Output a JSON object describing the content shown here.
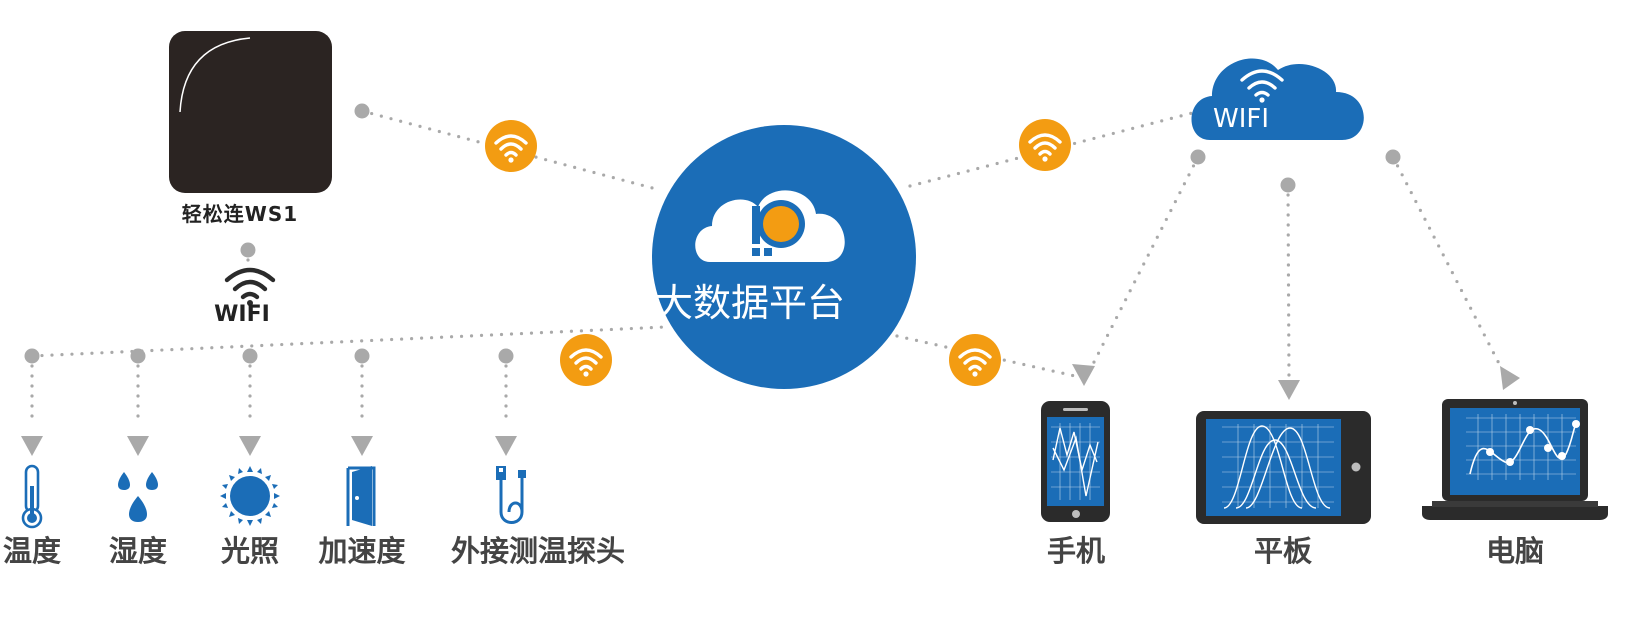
{
  "device": {
    "name": "轻松连WS1",
    "wifi": "WIFI"
  },
  "platform": {
    "label": "大数据平台"
  },
  "cloud": {
    "label": "WIFI"
  },
  "sensors": [
    {
      "label": "温度",
      "icon": "thermometer-icon"
    },
    {
      "label": "湿度",
      "icon": "water-drops-icon"
    },
    {
      "label": "光照",
      "icon": "sun-icon"
    },
    {
      "label": "加速度",
      "icon": "door-icon"
    },
    {
      "label": "外接测温探头",
      "icon": "usb-probe-icon"
    }
  ],
  "clients": [
    {
      "label": "手机",
      "icon": "phone-icon"
    },
    {
      "label": "平板",
      "icon": "tablet-icon"
    },
    {
      "label": "电脑",
      "icon": "laptop-icon"
    }
  ],
  "colors": {
    "blue": "#1b6db7",
    "orange": "#f39c12",
    "dark": "#2b2b2b",
    "dot": "#a9a9a9"
  }
}
